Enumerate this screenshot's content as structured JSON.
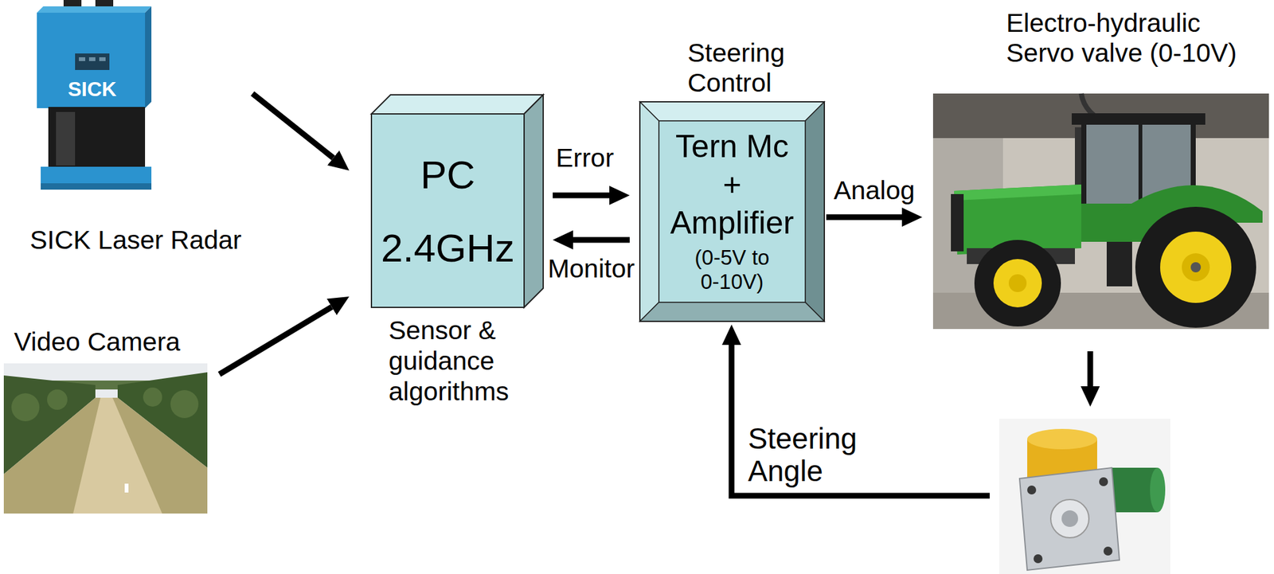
{
  "diagram": {
    "nodes": [
      {
        "text": [
          "SICK Laser Radar"
        ]
      },
      {
        "text": [
          "Video Camera"
        ]
      },
      {
        "text": [
          "PC",
          "2.4GHz",
          "Sensor & guidance algorithms"
        ]
      },
      {
        "text": [
          "Steering Control",
          "Tern Mc + Amplifier",
          "(0-5V to 0-10V)"
        ]
      },
      {
        "text": [
          "Electro-hydraulic Servo valve (0-10V)"
        ]
      },
      {
        "text": []
      }
    ],
    "edges": [
      {
        "from": 0,
        "to": 2,
        "arrow": "to"
      },
      {
        "from": 1,
        "to": 2,
        "arrow": "to"
      },
      {
        "from": 2,
        "to": 3,
        "label": "Error",
        "arrow": "to"
      },
      {
        "from": 3,
        "to": 2,
        "label": "Monitor",
        "arrow": "to"
      },
      {
        "from": 3,
        "to": 4,
        "label": "Analog",
        "arrow": "to"
      },
      {
        "from": 4,
        "to": 5,
        "arrow": "to"
      },
      {
        "from": 5,
        "to": 3,
        "label": "Steering Angle",
        "arrow": "to"
      }
    ],
    "labels": [
      "SICK"
    ]
  }
}
